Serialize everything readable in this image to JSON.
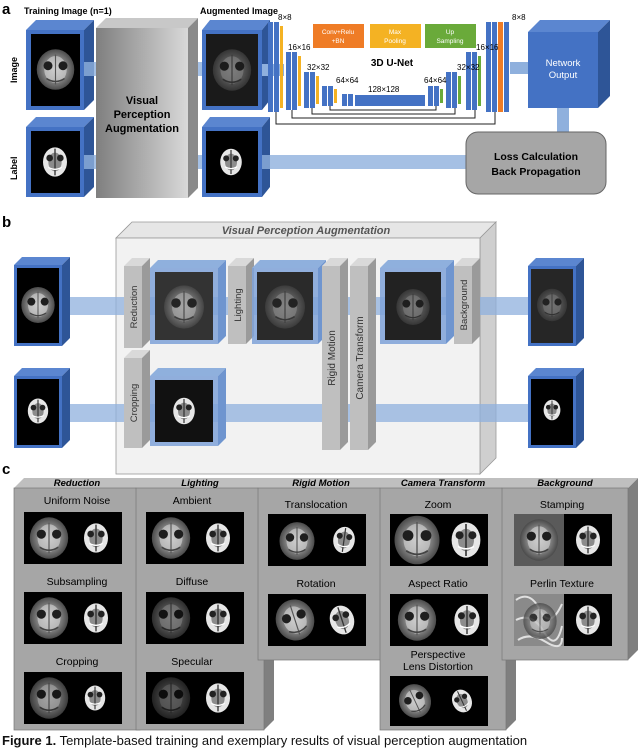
{
  "panel_a": {
    "letter": "a",
    "training_image_title": "Training Image (n=1)",
    "augmented_image_title": "Augmented Image",
    "row_image": "Image",
    "row_label": "Label",
    "vpa_lines": [
      "Visual",
      "Perception",
      "Augmentation"
    ],
    "unet_title": "3D U-Net",
    "legend": [
      {
        "lines": [
          "Conv+Relu",
          "+BN"
        ],
        "color": "#ef7c26"
      },
      {
        "lines": [
          "Max",
          "Pooling"
        ],
        "color": "#f4b223"
      },
      {
        "lines": [
          "Up",
          "Sampling"
        ],
        "color": "#6aaa3a"
      }
    ],
    "sizes": [
      "8×8",
      "16×16",
      "32×32",
      "64×64",
      "128×128",
      "64×64",
      "32×32",
      "16×16",
      "8×8"
    ],
    "network_output_lines": [
      "Network",
      "Output"
    ],
    "loss_lines": [
      "Loss Calculation",
      "Back Propagation"
    ]
  },
  "panel_b": {
    "letter": "b",
    "title": "Visual Perception Augmentation",
    "steps": [
      "Reduction",
      "Lighting",
      "Rigid Motion",
      "Camera Transform",
      "Background",
      "Cropping"
    ]
  },
  "panel_c": {
    "letter": "c",
    "groups": [
      {
        "title": "Reduction",
        "items": [
          "Uniform Noise",
          "Subsampling",
          "Cropping"
        ]
      },
      {
        "title": "Lighting",
        "items": [
          "Ambient",
          "Diffuse",
          "Specular"
        ]
      },
      {
        "title": "Rigid Motion",
        "items": [
          "Translocation",
          "Rotation"
        ]
      },
      {
        "title": "Camera Transform",
        "items": [
          "Zoom",
          "Aspect Ratio",
          "Perspective",
          "Lens Distortion"
        ]
      },
      {
        "title": "Background",
        "items": [
          "Stamping",
          "Perlin Texture"
        ]
      }
    ]
  },
  "caption": {
    "bold": "Figure 1.",
    "text": "Template-based training and exemplary results of visual perception augmentation"
  },
  "colors": {
    "blue": "#4472c4",
    "blue_dark": "#2e5597",
    "arrow": "#8fb0dd",
    "gray": "#a6a6a6"
  }
}
